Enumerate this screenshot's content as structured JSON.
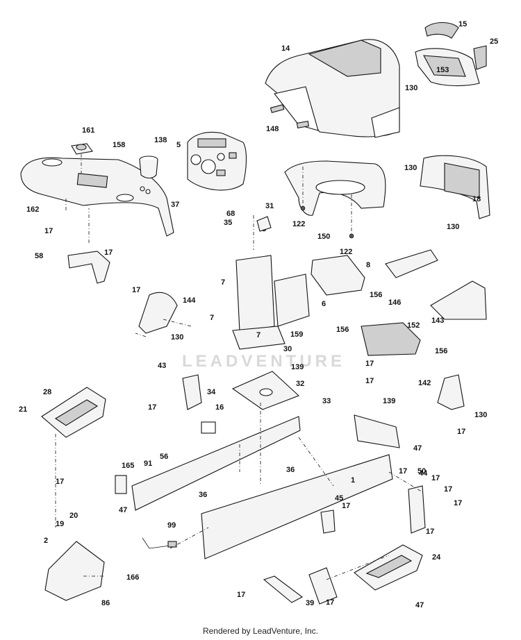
{
  "watermark": "LEADVENTURE",
  "footer": "Rendered by LeadVenture, Inc.",
  "callouts": [
    "14",
    "15",
    "25",
    "153",
    "130",
    "148",
    "161",
    "158",
    "138",
    "5",
    "37",
    "162",
    "17",
    "58",
    "130",
    "18",
    "130",
    "68",
    "31",
    "35",
    "122",
    "150",
    "122",
    "8",
    "7",
    "6",
    "156",
    "146",
    "143",
    "17",
    "144",
    "7",
    "7",
    "159",
    "130",
    "30",
    "156",
    "152",
    "156",
    "43",
    "139",
    "17",
    "17",
    "32",
    "34",
    "33",
    "139",
    "142",
    "28",
    "21",
    "17",
    "16",
    "56",
    "91",
    "165",
    "47",
    "36",
    "36",
    "1",
    "17",
    "44",
    "17",
    "17",
    "17",
    "17",
    "47",
    "17",
    "19",
    "20",
    "45",
    "17",
    "99",
    "2",
    "166",
    "86",
    "24",
    "17",
    "39",
    "17",
    "47",
    "50",
    "17",
    "130",
    "17"
  ]
}
